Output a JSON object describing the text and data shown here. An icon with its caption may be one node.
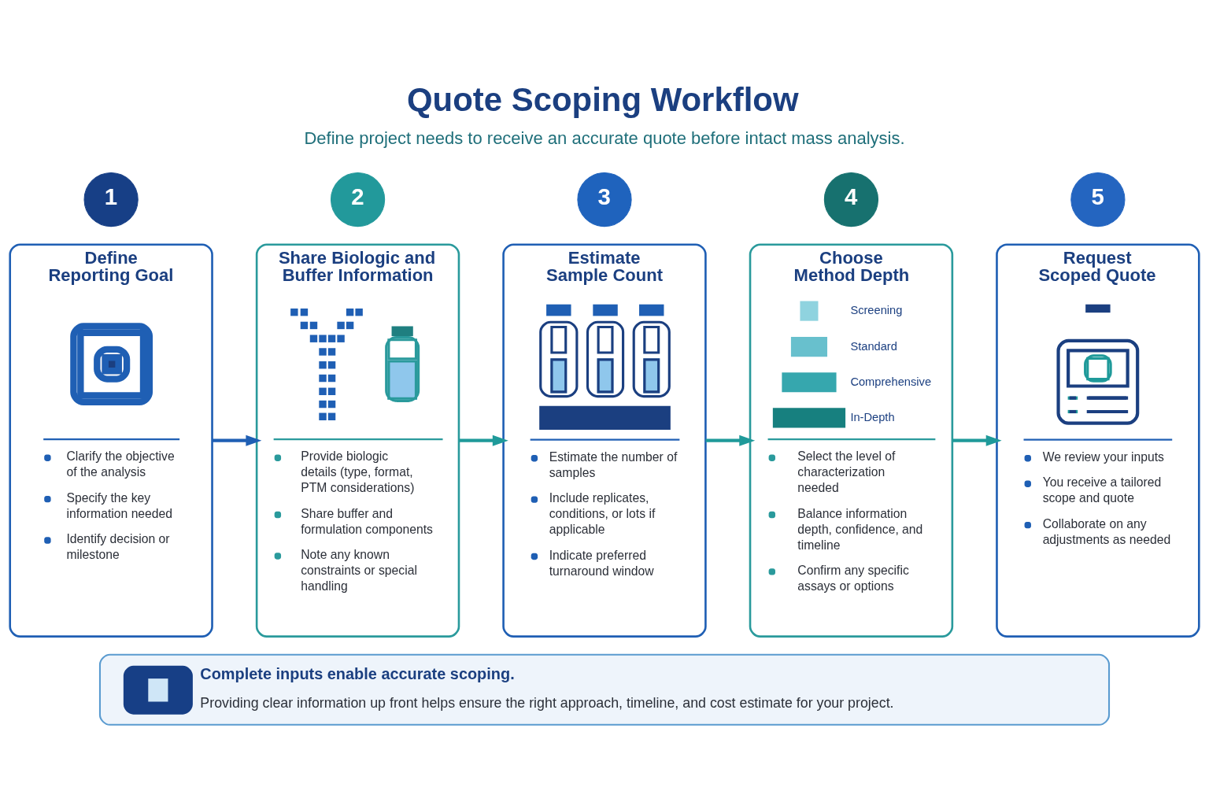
{
  "diagram": {
    "title": "Quote Scoping Workflow",
    "nodes": [
      {
        "text": [
          "1"
        ]
      },
      {
        "text": [
          "Define Reporting Goal",
          "Clarify the objective of the analysis",
          "Specify the key information needed",
          "Identify decision or milestone"
        ]
      },
      {
        "text": [
          "2"
        ]
      },
      {
        "text": [
          "Share Biologic and Buffer Information",
          "Provide biologic details (type, format, PTM considerations)",
          "Share buffer and formulation components",
          "Note any known constraints or special handling"
        ]
      },
      {
        "text": [
          "3"
        ]
      },
      {
        "text": [
          "Estimate Sample Count",
          "Estimate the number of samples",
          "Include replicates, conditions, or lots if applicable",
          "Indicate preferred turnaround window"
        ]
      },
      {
        "text": [
          "4"
        ]
      },
      {
        "text": [
          "Choose Method Depth",
          "Screening",
          "Standard",
          "Comprehensive",
          "In-Depth",
          "Select the level of characterization needed",
          "Balance information depth, confidence, and timeline",
          "Confirm any specific assays or options"
        ]
      },
      {
        "text": [
          "5"
        ]
      },
      {
        "text": [
          "Request Scoped Quote",
          "We review your inputs",
          "You receive a tailored scope and quote",
          "Collaborate on any adjustments as needed"
        ]
      },
      {
        "text": [
          "Complete inputs enable accurate scoping.",
          "Providing clear information up front helps ensure the right approach, timeline, and cost estimate for your project."
        ]
      }
    ],
    "edges": [
      {
        "from": 1,
        "to": 3,
        "arrow": "to",
        "color": "#1f5fb4"
      },
      {
        "from": 3,
        "to": 5,
        "arrow": "to"
      },
      {
        "from": 5,
        "to": 7,
        "arrow": "to"
      },
      {
        "from": 7,
        "to": 9,
        "arrow": "to"
      }
    ],
    "labels": [
      "Define project needs to receive an accurate quote before intact mass analysis."
    ]
  }
}
